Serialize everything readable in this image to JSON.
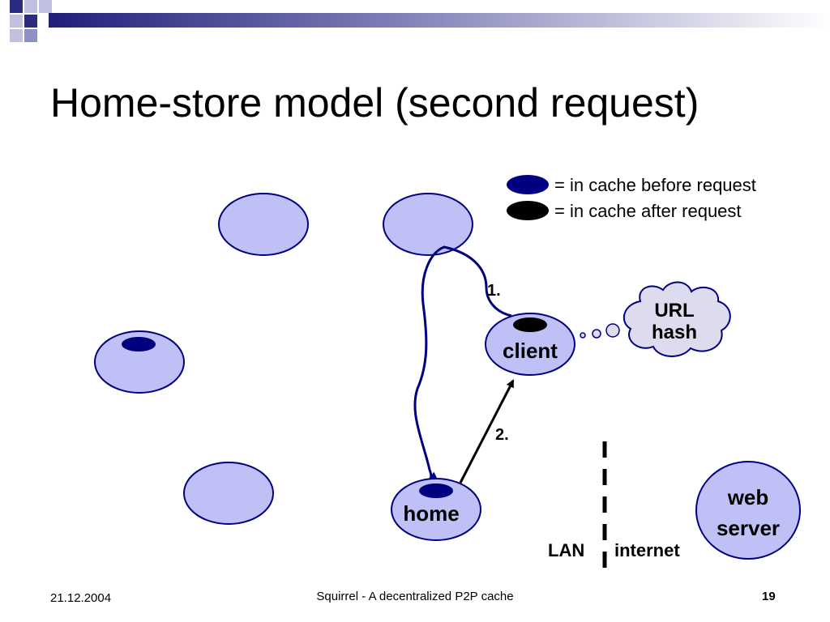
{
  "slide": {
    "title": "Home-store model (second request)",
    "footer_date": "21.12.2004",
    "footer_center": "Squirrel - A decentralized P2P cache",
    "page_number": "19"
  },
  "legend": {
    "before_label": "= in cache before request",
    "after_label": "= in cache after request"
  },
  "nodes": {
    "client_label": "client",
    "home_label": "home",
    "web_server_line1": "web",
    "web_server_line2": "server"
  },
  "thought": {
    "line1": "URL",
    "line2": "hash"
  },
  "steps": {
    "step1": "1.",
    "step2": "2."
  },
  "boundary": {
    "lan_label": "LAN",
    "internet_label": "internet"
  },
  "colors": {
    "node_fill": "#BFC0F5",
    "node_stroke": "#000080",
    "cached_before": "#000080",
    "cached_after": "#000000",
    "cloud_fill": "#DCDCEE"
  }
}
